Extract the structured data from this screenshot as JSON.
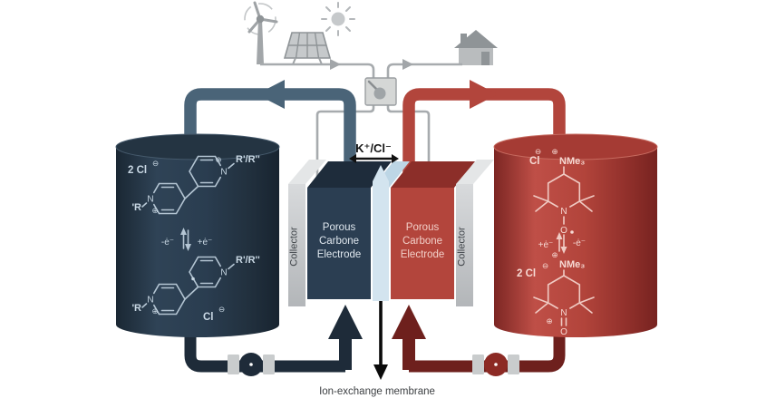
{
  "figure": {
    "kcl_label": "K⁺/Cl⁻",
    "membrane_label": "Ion-exchange membrane",
    "collector_label": "Collector",
    "electrode_label_lines": [
      "Porous",
      "Carbone",
      "Electrode"
    ]
  },
  "anolyte_tank": {
    "counter_ion_oxidized": "2 Cl",
    "substituent_right": "R'/R''",
    "substituent_left": "'R",
    "electron_loss": "-ė⁻",
    "electron_gain": "+ė⁻",
    "counter_ion_reduced": "Cl"
  },
  "catholyte_tank": {
    "counter_ion_radical": "Cl",
    "ammonium_group": "NMe₃",
    "electron_gain": "+ė⁻",
    "electron_loss": "-ė⁻",
    "counter_ion_oxidized": "2 Cl"
  },
  "atoms": {
    "nitrogen": "N",
    "oxygen": "O",
    "radical_dot": "•",
    "plus_charge": "⊕",
    "minus_charge": "⊖"
  },
  "icons": {
    "power_sources": [
      "wind-turbine",
      "solar-panel",
      "sun",
      "house"
    ],
    "grid_node": "junction-box",
    "pump": "pump"
  },
  "colors": {
    "anolyte_navy": "#2b3e52",
    "catholyte_red": "#b3453c",
    "anolyte_pipe_dark": "#1e2b39",
    "catholyte_pipe_dark": "#6e201d",
    "anolyte_pipe_top": "#4a6478",
    "catholyte_pipe_top": "#b2453c",
    "membrane_blue": "#d3e4ef",
    "collector_gray": "#c6c9cb",
    "wire_gray": "#a7abae"
  }
}
